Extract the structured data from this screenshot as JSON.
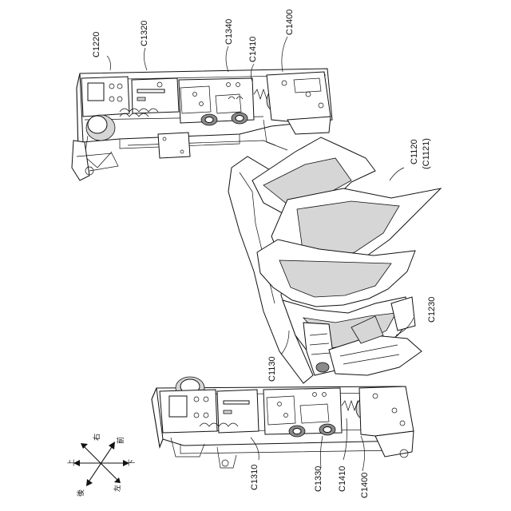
{
  "figure": {
    "labels": {
      "c1220": "C1220",
      "c1320": "C1320",
      "c1340": "C1340",
      "c1410_top": "C1410",
      "c1400_top": "C1400",
      "c1120": "C1120",
      "c1121": "(C1121)",
      "c1230": "C1230",
      "c1130": "C1130",
      "c1310": "C1310",
      "c1330": "C1330",
      "c1410_bottom": "C1410",
      "c1400_bottom": "C1400"
    },
    "axes": {
      "up": "上",
      "down": "下",
      "right": "右",
      "left": "左",
      "front": "前",
      "back": "後"
    }
  }
}
